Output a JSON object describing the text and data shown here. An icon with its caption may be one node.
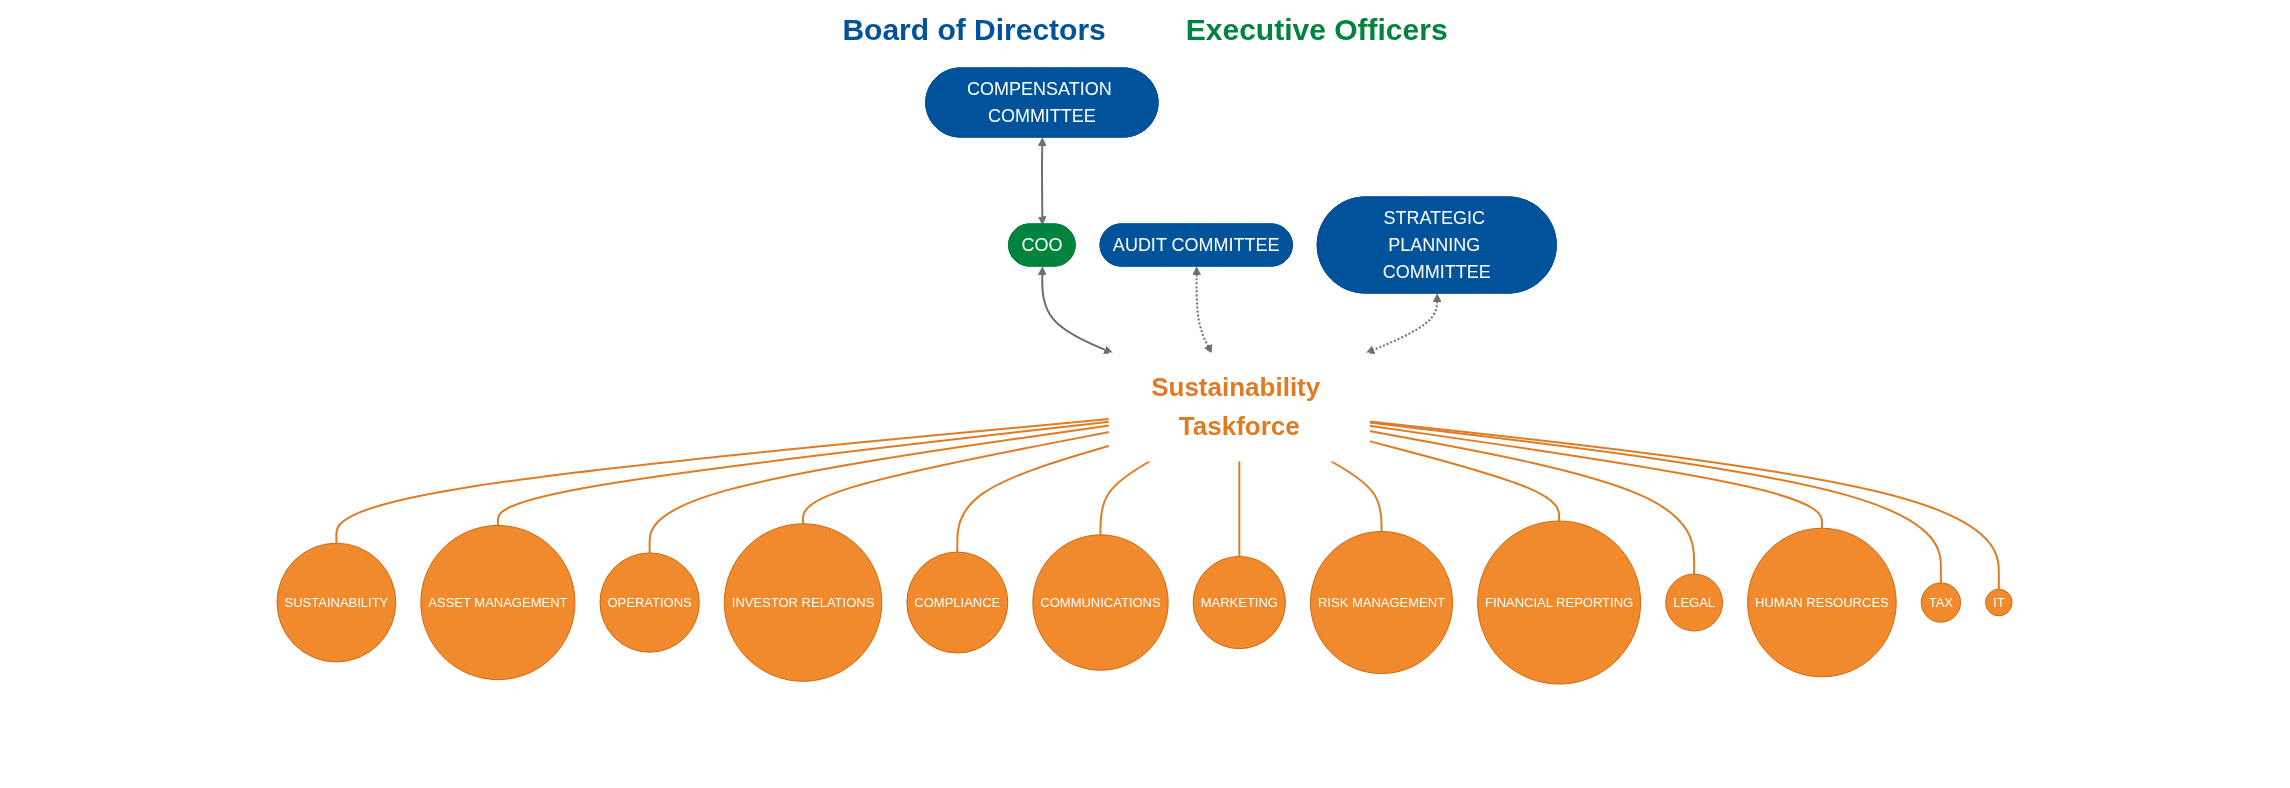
{
  "diagram": {
    "nodes": [
      {
        "text": [
          "COMPENSATION COMMITTEE"
        ]
      },
      {
        "text": [
          "AUDIT COMMITTEE"
        ]
      },
      {
        "text": [
          "STRATEGIC PLANNING COMMITTEE"
        ]
      },
      {
        "text": [
          "COO"
        ]
      },
      {
        "text": [
          "Sustainability Taskforce"
        ]
      },
      {
        "text": [
          "SUSTAINABILITY"
        ]
      },
      {
        "text": [
          "ASSET MANAGEMENT"
        ]
      },
      {
        "text": [
          "OPERATIONS"
        ]
      },
      {
        "text": [
          "INVESTOR RELATIONS"
        ]
      },
      {
        "text": [
          "COMPLIANCE"
        ]
      },
      {
        "text": [
          "COMMUNICATIONS"
        ]
      },
      {
        "text": [
          "MARKETING"
        ]
      },
      {
        "text": [
          "RISK MANAGEMENT"
        ]
      },
      {
        "text": [
          "FINANCIAL REPORTING"
        ]
      },
      {
        "text": [
          "LEGAL"
        ]
      },
      {
        "text": [
          "HUMAN RESOURCES"
        ]
      },
      {
        "text": [
          "TAX"
        ]
      },
      {
        "text": [
          "IT"
        ]
      }
    ],
    "edges": [
      {
        "from": 0,
        "to": 3,
        "arrow": "both",
        "color": "#6d6e71"
      },
      {
        "from": 3,
        "to": 4,
        "arrow": "both",
        "color": "#6d6e71"
      },
      {
        "from": 1,
        "to": 4,
        "arrow": "both",
        "style": "dashed",
        "color": "#6d6e71"
      },
      {
        "from": 2,
        "to": 4,
        "arrow": "both",
        "style": "dashed",
        "color": "#6d6e71"
      },
      {
        "from": 4,
        "to": 5,
        "arrow": "none"
      },
      {
        "from": 4,
        "to": 6,
        "arrow": "none"
      },
      {
        "from": 4,
        "to": 7,
        "arrow": "none"
      },
      {
        "from": 4,
        "to": 8,
        "arrow": "none"
      },
      {
        "from": 4,
        "to": 9,
        "arrow": "none"
      },
      {
        "from": 4,
        "to": 10,
        "arrow": "none"
      },
      {
        "from": 4,
        "to": 11,
        "arrow": "none"
      },
      {
        "from": 4,
        "to": 12,
        "arrow": "none"
      },
      {
        "from": 4,
        "to": 13,
        "arrow": "none"
      },
      {
        "from": 4,
        "to": 14,
        "arrow": "none"
      },
      {
        "from": 4,
        "to": 15,
        "arrow": "none"
      },
      {
        "from": 4,
        "to": 16,
        "arrow": "none"
      },
      {
        "from": 4,
        "to": 17,
        "arrow": "none"
      }
    ],
    "labels": [
      "Board of Directors",
      "Executive Officers"
    ]
  }
}
